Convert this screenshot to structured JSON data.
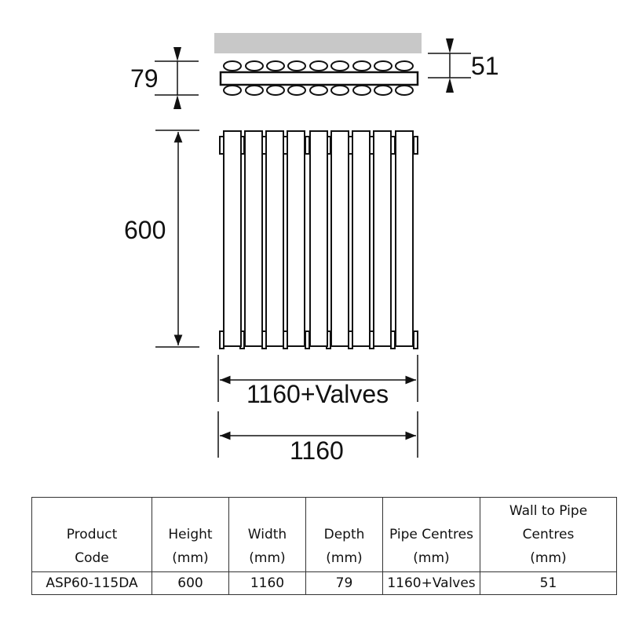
{
  "diagram": {
    "subject": "Double panel vertical-tube radiator",
    "tube_count": 9,
    "wall_color": "#c8c8c8",
    "line_color": "#111111",
    "dimensions": {
      "depth_label": "79",
      "wall_to_pipe_label": "51",
      "height_label": "600",
      "width_with_valves_label": "1160+Valves",
      "width_label": "1160"
    }
  },
  "table": {
    "headers": [
      {
        "line1": "",
        "line2": "Product",
        "line3": "Code"
      },
      {
        "line1": "",
        "line2": "Height",
        "line3": "(mm)"
      },
      {
        "line1": "",
        "line2": "Width",
        "line3": "(mm)"
      },
      {
        "line1": "",
        "line2": "Depth",
        "line3": "(mm)"
      },
      {
        "line1": "",
        "line2": "Pipe Centres",
        "line3": "(mm)"
      },
      {
        "line1": "Wall to Pipe",
        "line2": "Centres",
        "line3": "(mm)"
      }
    ],
    "rows": [
      [
        "ASP60-115DA",
        "600",
        "1160",
        "79",
        "1160+Valves",
        "51"
      ]
    ]
  }
}
